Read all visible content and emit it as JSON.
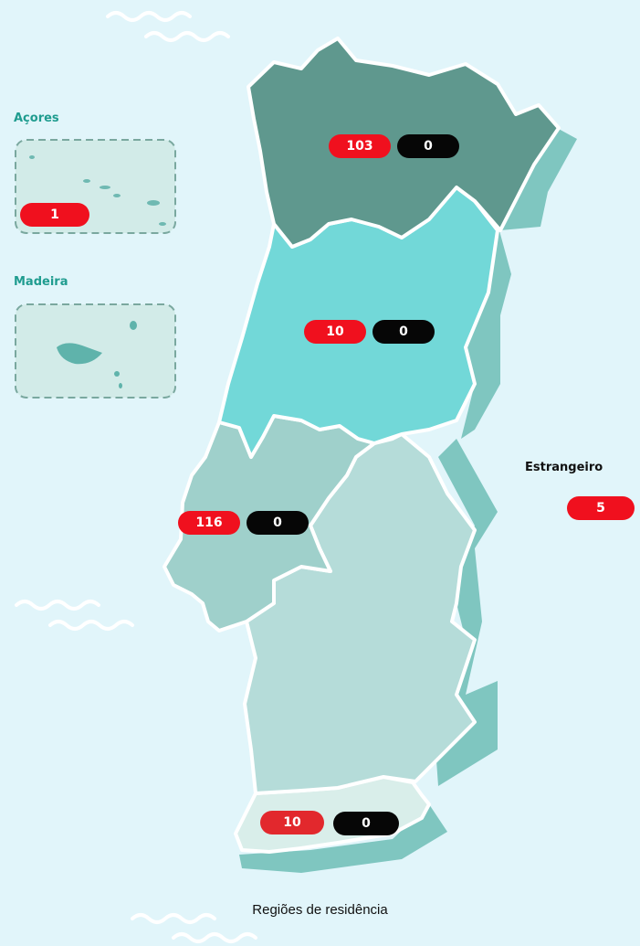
{
  "colors": {
    "background": "#e1f5fa",
    "north": "#5f988e",
    "centro": "#72d8d8",
    "lisboa": "#9fd0cb",
    "alentejo": "#b5dcd9",
    "algarve": "#d9eeea",
    "shadow": "#7fc6c0",
    "border": "#ffffff",
    "count_red": "#f0101e",
    "count_black": "#060606",
    "label_teal": "#1f9c8f",
    "wave": "#ffffff"
  },
  "regions": [
    {
      "key": "norte",
      "red": "103",
      "black": "0"
    },
    {
      "key": "centro",
      "red": "10",
      "black": "0"
    },
    {
      "key": "lisboa",
      "red": "116",
      "black": "0"
    },
    {
      "key": "algarve",
      "red": "10",
      "black": "0"
    }
  ],
  "islands": {
    "acores": {
      "label": "Açores",
      "red": "1"
    },
    "madeira": {
      "label": "Madeira"
    }
  },
  "abroad": {
    "label": "Estrangeiro",
    "red": "5"
  },
  "caption": "Regiões de residência"
}
